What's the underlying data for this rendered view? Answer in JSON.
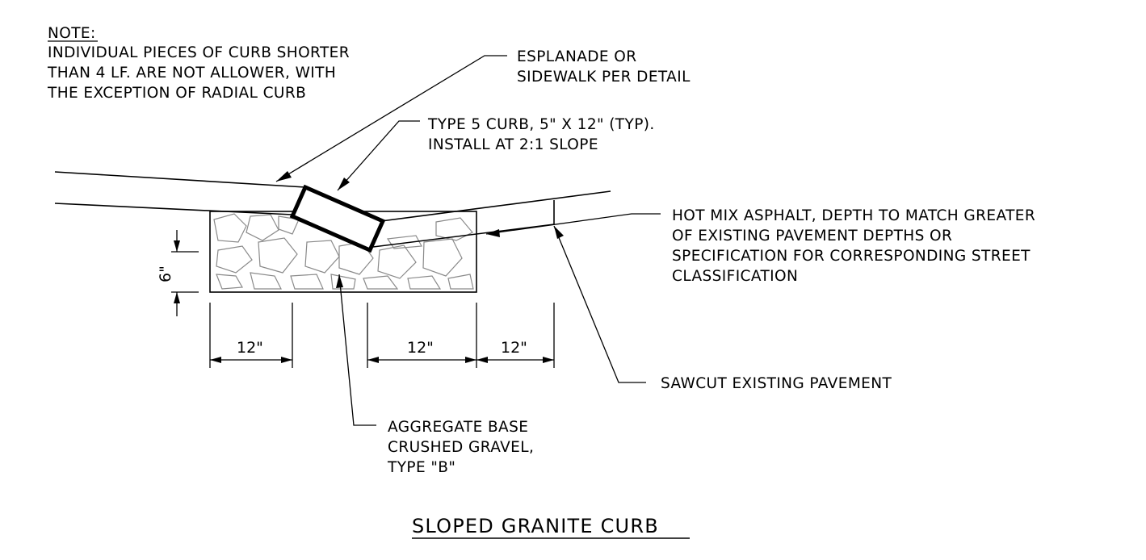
{
  "note": {
    "heading": "NOTE:",
    "lines": [
      "INDIVIDUAL PIECES OF CURB SHORTER",
      "THAN 4 LF. ARE NOT ALLOWER, WITH",
      "THE EXCEPTION OF RADIAL CURB"
    ]
  },
  "callouts": {
    "esplanade": [
      "ESPLANADE OR",
      "SIDEWALK PER DETAIL"
    ],
    "curb": [
      "TYPE 5 CURB, 5\" X 12\" (TYP).",
      "INSTALL AT 2:1 SLOPE"
    ],
    "asphalt": [
      "HOT MIX ASPHALT, DEPTH TO MATCH GREATER",
      "OF EXISTING PAVEMENT DEPTHS OR",
      "SPECIFICATION FOR CORRESPONDING STREET",
      "CLASSIFICATION"
    ],
    "sawcut": [
      "SAWCUT EXISTING PAVEMENT"
    ],
    "aggregate": [
      "AGGREGATE BASE",
      "CRUSHED GRAVEL,",
      "TYPE \"B\""
    ]
  },
  "dimensions": {
    "depth": "6\"",
    "width_left": "12\"",
    "width_middle": "12\"",
    "width_right": "12\""
  },
  "title": "SLOPED GRANITE CURB",
  "colors": {
    "line": "#000000",
    "aggregate_stones": "#8a8a8a",
    "background": "#ffffff"
  }
}
